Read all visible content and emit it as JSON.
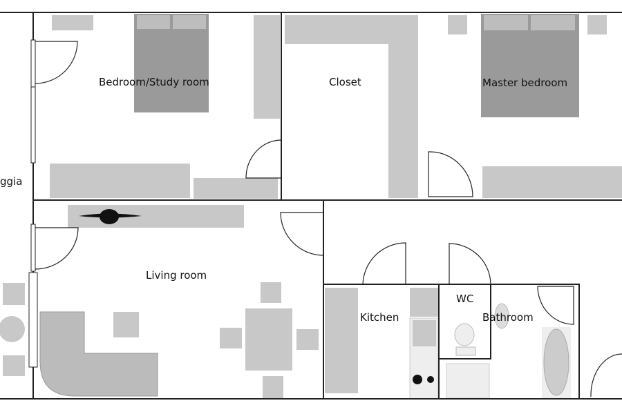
{
  "plan": {
    "rooms": {
      "loggia": "ggia",
      "bedroom_study": "Bedroom/Study room",
      "closet": "Closet",
      "master_bedroom": "Master bedroom",
      "living_room": "Living room",
      "kitchen": "Kitchen",
      "wc": "WC",
      "bathroom": "Bathroom"
    },
    "colors": {
      "wall": "#222222",
      "furniture": "#c8c8c8",
      "background": "#ffffff"
    }
  }
}
